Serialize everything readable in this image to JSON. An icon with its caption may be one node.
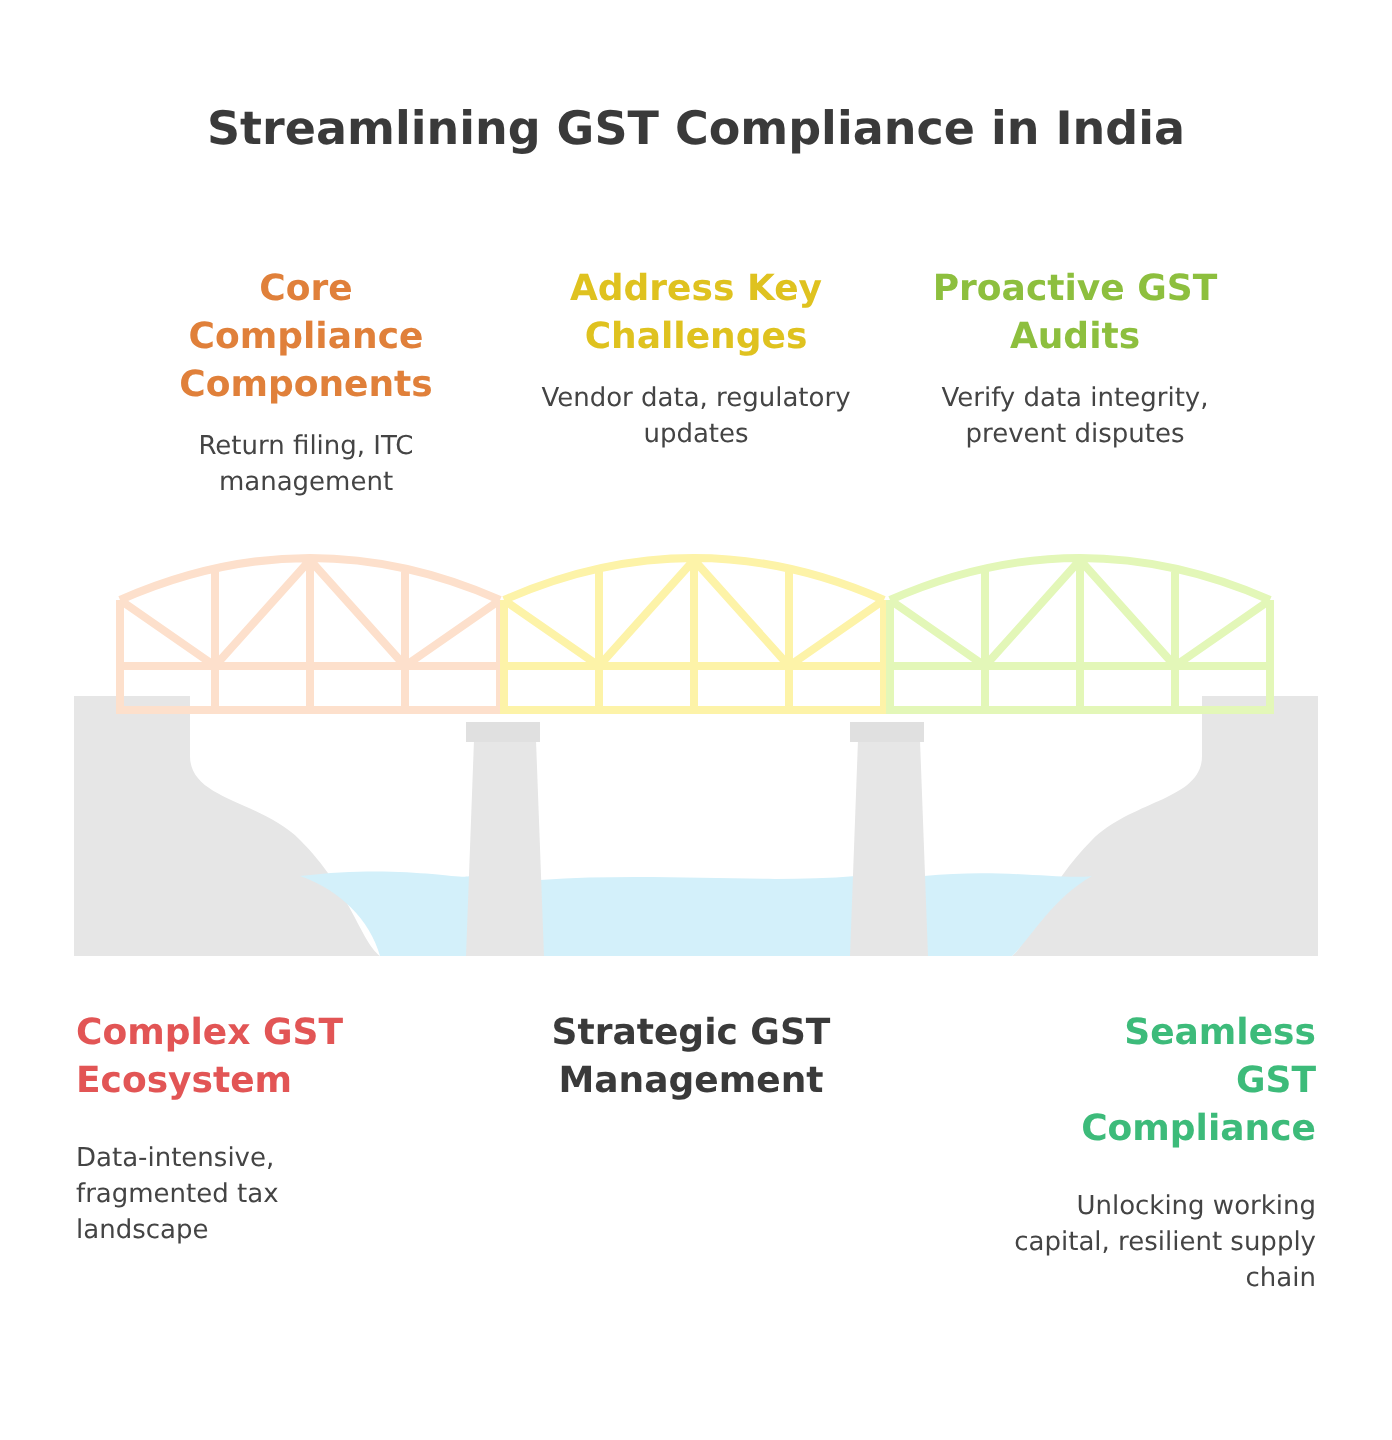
{
  "diagram": {
    "title": "Streamlining GST Compliance in India",
    "nodes": [
      {
        "text": [
          "Core Compliance Components",
          "Return filing, ITC management"
        ]
      },
      {
        "text": [
          "Address Key Challenges",
          "Vendor data, regulatory updates"
        ]
      },
      {
        "text": [
          "Proactive GST Audits",
          "Verify data integrity, prevent disputes"
        ]
      },
      {
        "text": [
          "Complex GST Ecosystem",
          "Data-intensive, fragmented tax landscape"
        ]
      },
      {
        "text": [
          "Strategic GST Management"
        ]
      },
      {
        "text": [
          "Seamless GST Compliance",
          "Unlocking working capital, resilient supply chain"
        ]
      }
    ],
    "edges": []
  }
}
